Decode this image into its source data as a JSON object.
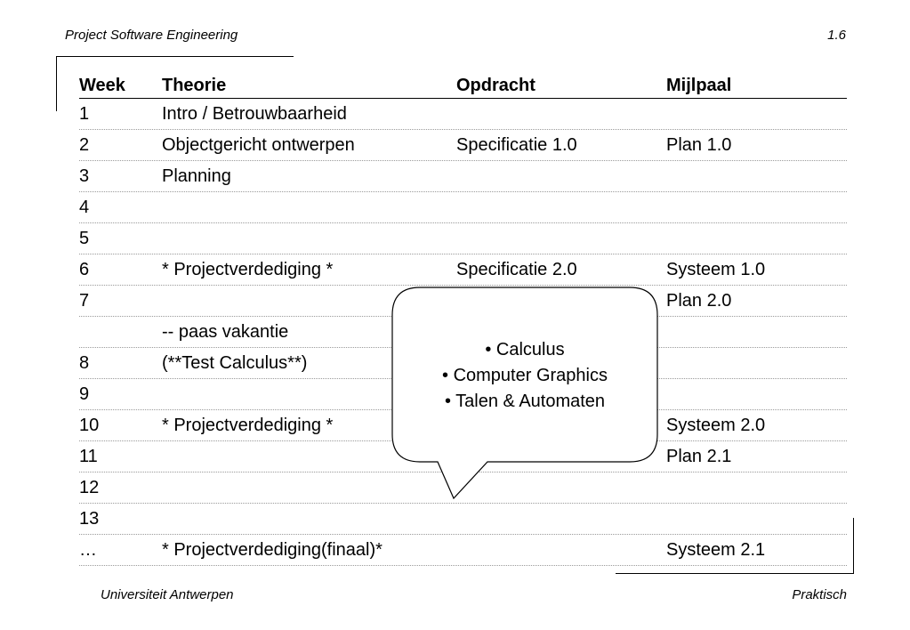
{
  "header": {
    "left": "Project Software Engineering",
    "right": "1.6"
  },
  "footer": {
    "left": "Universiteit Antwerpen",
    "right": "Praktisch"
  },
  "table": {
    "columns": [
      "Week",
      "Theorie",
      "Opdracht",
      "Mijlpaal"
    ],
    "rows": [
      [
        "1",
        "Intro / Betrouwbaarheid",
        "",
        ""
      ],
      [
        "2",
        "Objectgericht ontwerpen",
        "Specificatie 1.0",
        "Plan 1.0"
      ],
      [
        "3",
        "Planning",
        "",
        ""
      ],
      [
        "4",
        "",
        "",
        ""
      ],
      [
        "5",
        "",
        "",
        ""
      ],
      [
        "6",
        "* Projectverdediging *",
        "Specificatie 2.0",
        "Systeem 1.0"
      ],
      [
        "7",
        "",
        "",
        "Plan 2.0"
      ],
      [
        "",
        " -- paas vakantie",
        "",
        ""
      ],
      [
        "8",
        "(**Test Calculus**)",
        "",
        ""
      ],
      [
        "9",
        "",
        "",
        ""
      ],
      [
        "10",
        " * Projectverdediging *",
        "",
        " Systeem 2.0"
      ],
      [
        "11",
        "",
        "",
        " Plan 2.1"
      ],
      [
        "12",
        "",
        "",
        ""
      ],
      [
        "13",
        "",
        "",
        ""
      ],
      [
        "…",
        "* Projectverdediging(finaal)*",
        "",
        "Systeem 2.1"
      ]
    ]
  },
  "callout": {
    "items": [
      "• Calculus",
      "• Computer Graphics",
      "• Talen & Automaten"
    ]
  }
}
